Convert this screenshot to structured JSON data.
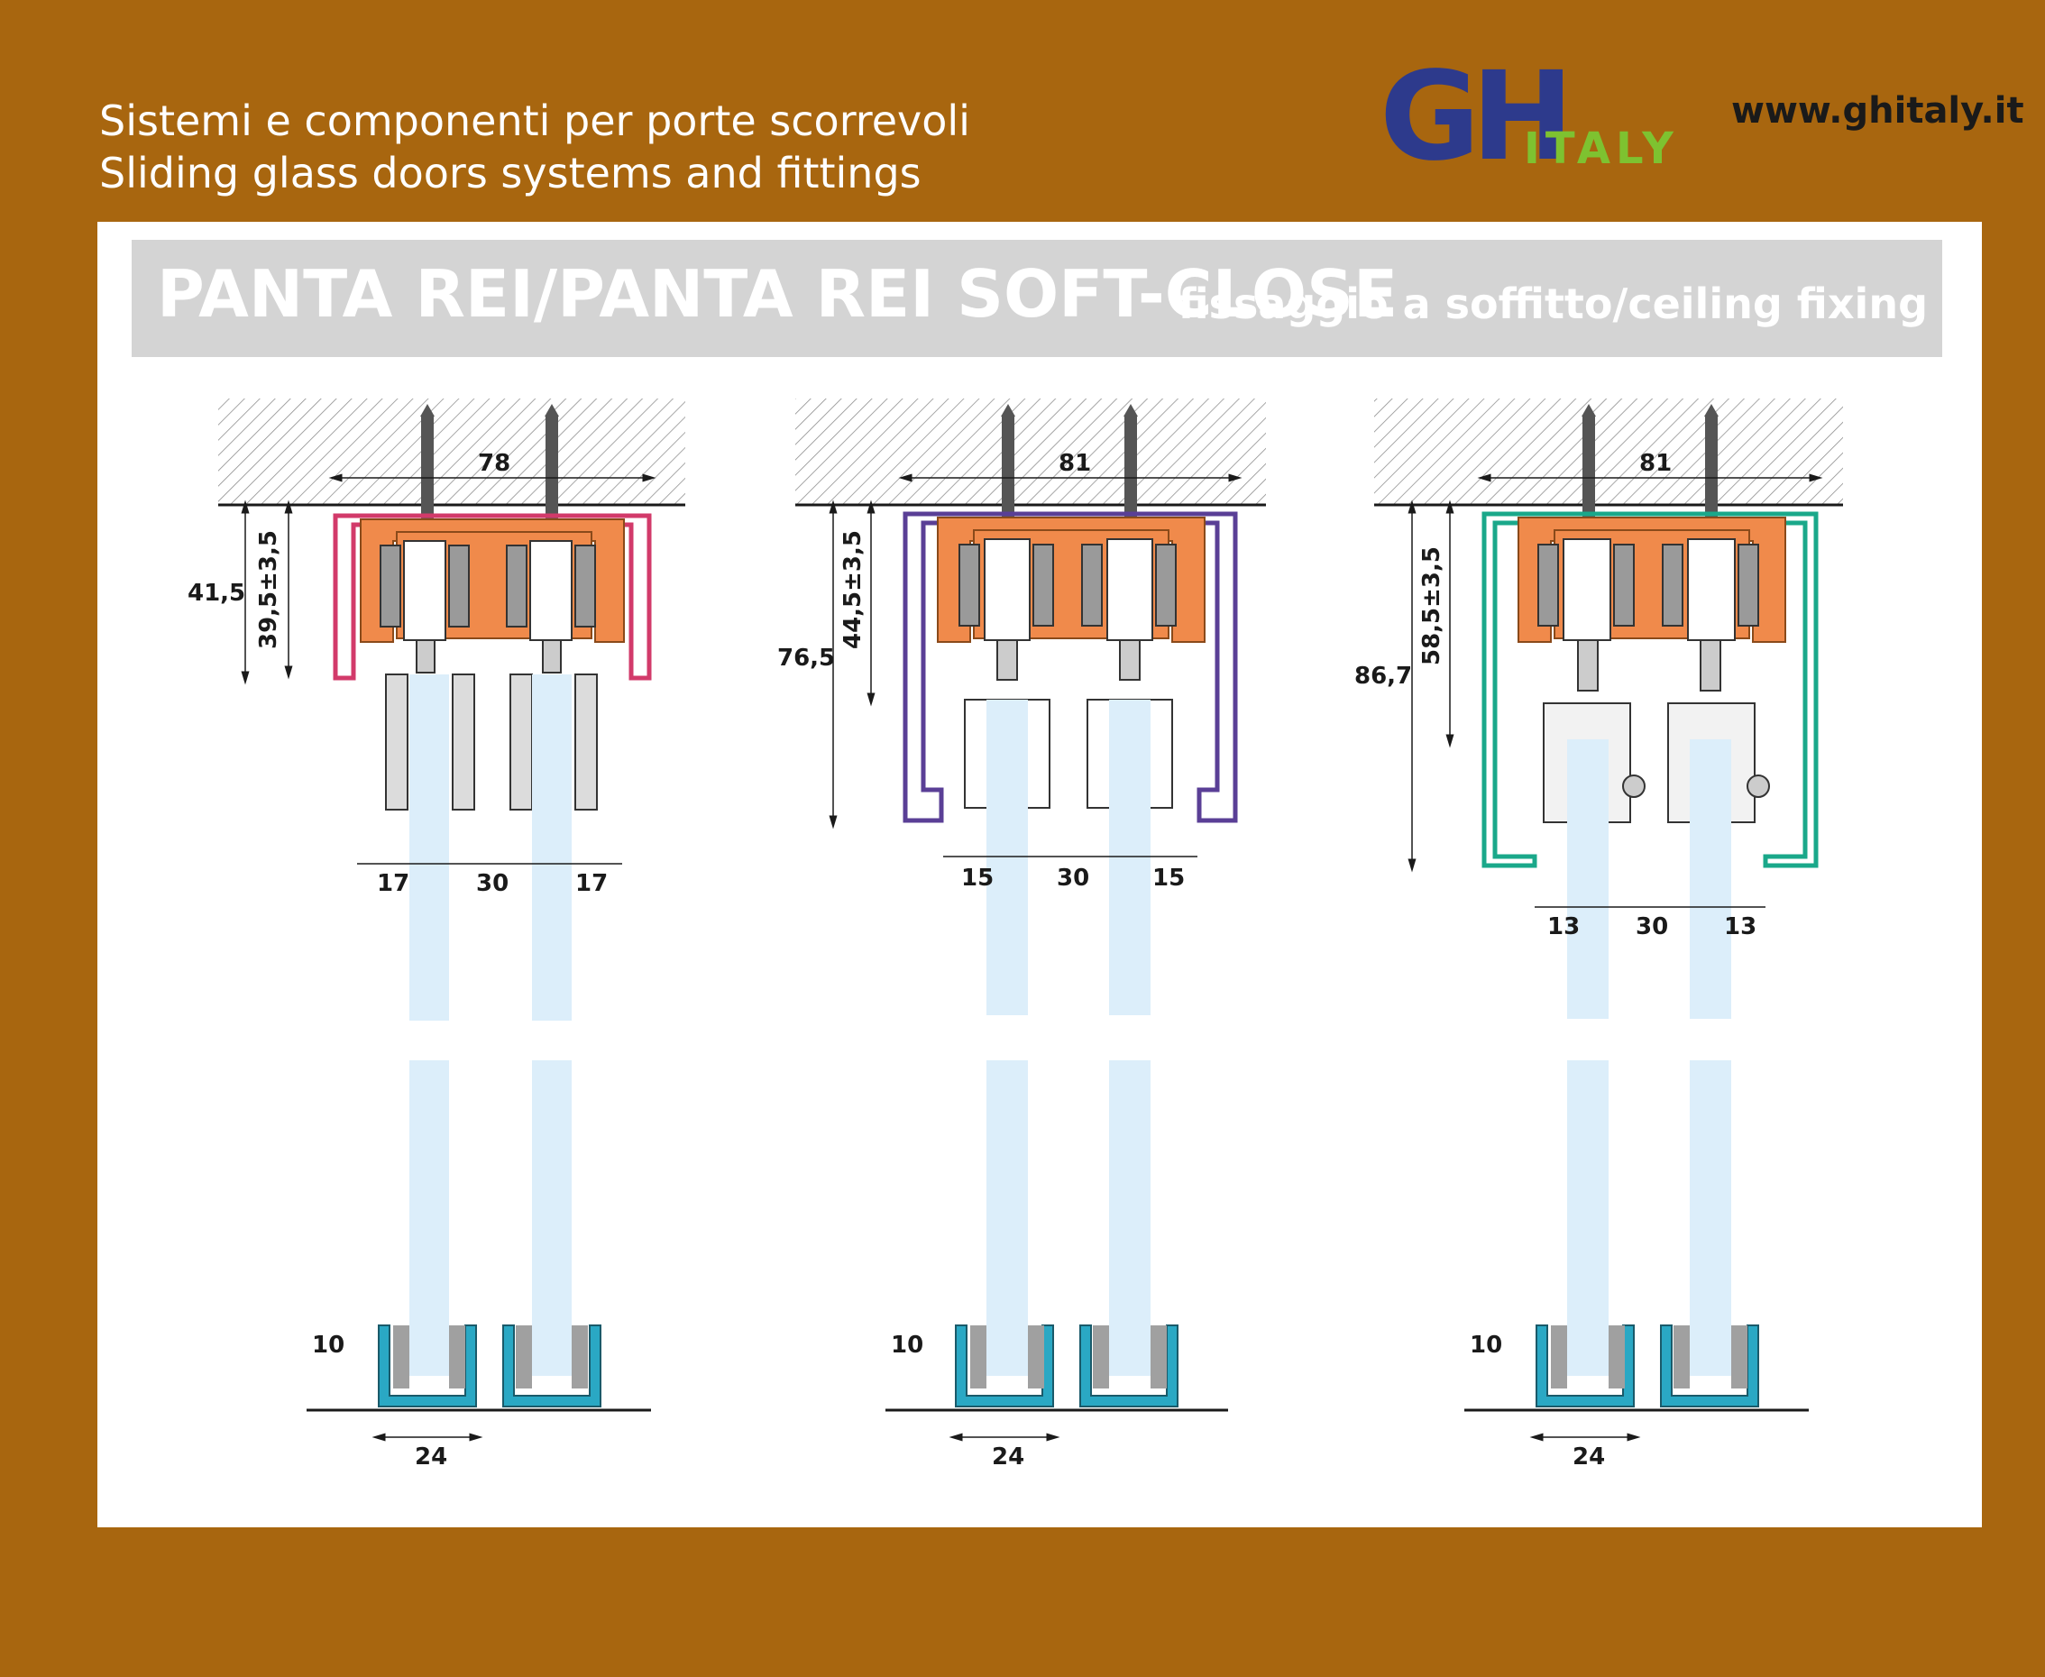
{
  "header": {
    "line1": "Sistemi e componenti per porte scorrevoli",
    "line2": "Sliding glass doors systems and fittings"
  },
  "logo": {
    "gh": "GH",
    "italy": "ITALY"
  },
  "url": "www.ghitaly.it",
  "title": {
    "main": "PANTA REI/PANTA REI SOFT-CLOSE",
    "sub": "fissaggio a soffitto/ceiling fixing"
  },
  "colors": {
    "background": "#a8660f",
    "logo_blue": "#2d3a8c",
    "logo_green": "#7ec230",
    "track_orange": "#f08a4b",
    "glass": "#dceefa",
    "floor_guide": "#2aa8c4",
    "profile1": "#d23a6a",
    "profile2": "#5a3f96",
    "profile3": "#1aa88a"
  },
  "drawings": [
    {
      "top_width": "78",
      "total_height": "41,5",
      "adj_height": "39,5±3,5",
      "spacing": [
        "17",
        "30",
        "17"
      ],
      "floor_height": "10",
      "floor_width": "24"
    },
    {
      "top_width": "81",
      "total_height": "76,5",
      "adj_height": "44,5±3,5",
      "spacing": [
        "15",
        "30",
        "15"
      ],
      "floor_height": "10",
      "floor_width": "24"
    },
    {
      "top_width": "81",
      "total_height": "86,7",
      "adj_height": "58,5±3,5",
      "spacing": [
        "13",
        "30",
        "13"
      ],
      "floor_height": "10",
      "floor_width": "24"
    }
  ]
}
